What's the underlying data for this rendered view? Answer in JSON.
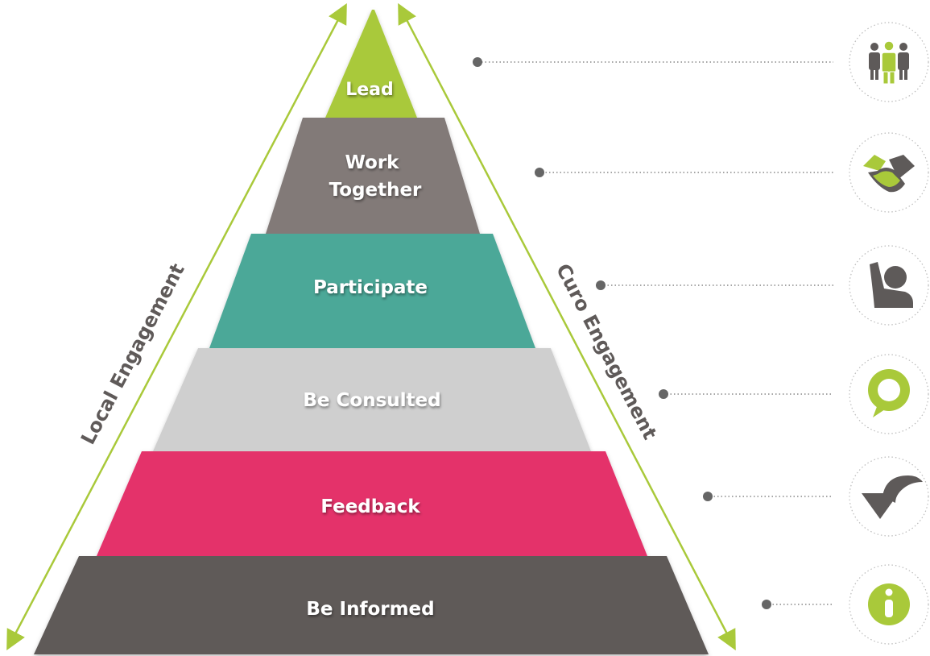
{
  "levels": [
    {
      "label_lines": [
        "Lead"
      ],
      "color": "#a9c93a"
    },
    {
      "label_lines": [
        "Work",
        "Together"
      ],
      "color": "#827a78"
    },
    {
      "label_lines": [
        "Participate"
      ],
      "color": "#4ba898"
    },
    {
      "label_lines": [
        "Be Consulted"
      ],
      "color": "#cfcfcf"
    },
    {
      "label_lines": [
        "Feedback"
      ],
      "color": "#e4306a"
    },
    {
      "label_lines": [
        "Be Informed"
      ],
      "color": "#5f5a59"
    }
  ],
  "axes": {
    "left_label": "Local Engagement",
    "right_label": "Curo Engagement"
  },
  "icons": [
    {
      "name": "group-people-icon"
    },
    {
      "name": "handshake-icon"
    },
    {
      "name": "raised-hand-icon"
    },
    {
      "name": "speech-bubble-icon"
    },
    {
      "name": "curved-back-arrow-icon"
    },
    {
      "name": "info-icon"
    }
  ],
  "colors": {
    "accent_green": "#a9c93a",
    "icon_grey": "#5e5a59",
    "connector_dot": "#666666"
  }
}
